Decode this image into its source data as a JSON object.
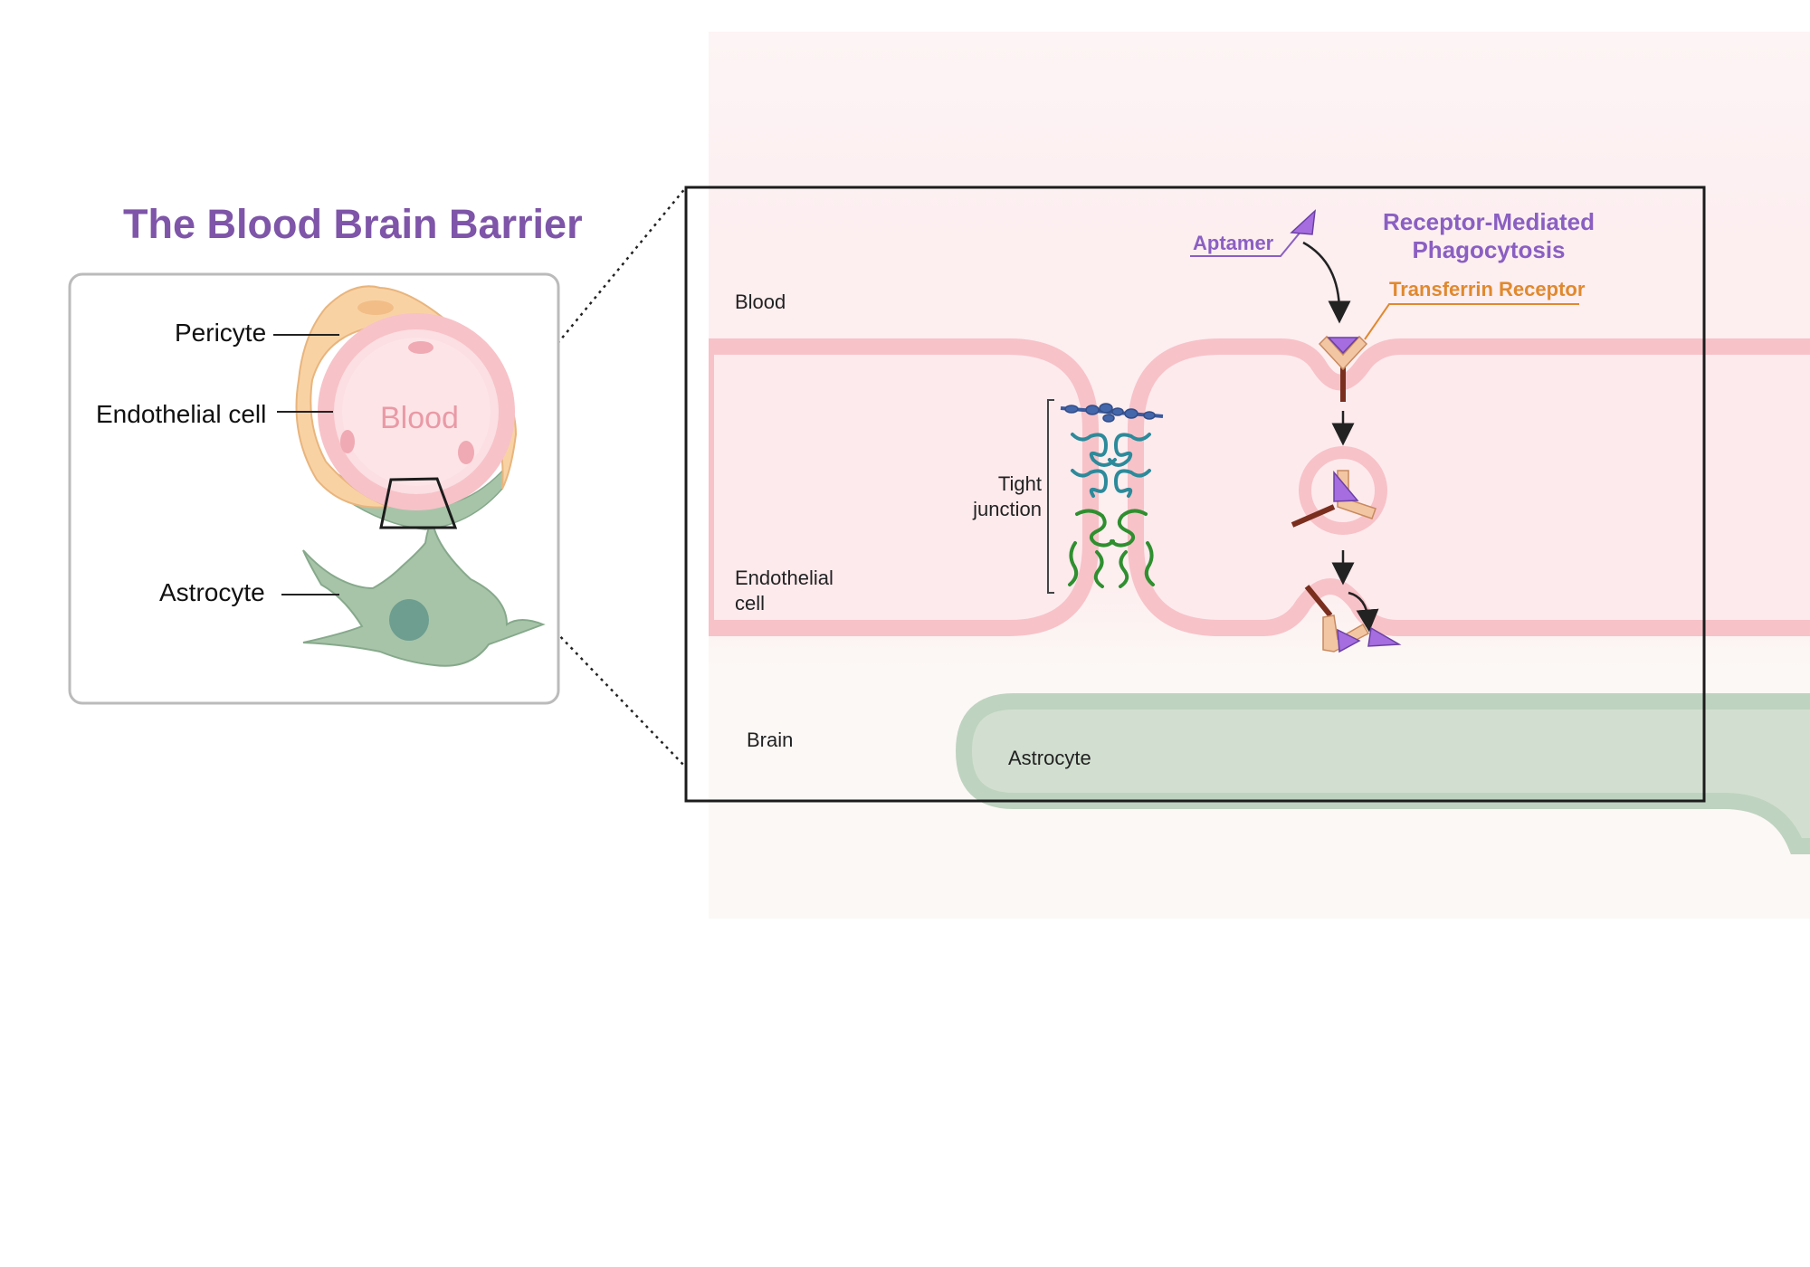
{
  "title": "The Blood Brain Barrier",
  "overview": {
    "labels": {
      "pericyte": "Pericyte",
      "endothelial_cell": "Endothelial cell",
      "blood": "Blood",
      "astrocyte": "Astrocyte"
    }
  },
  "zoom": {
    "region_labels": {
      "blood": "Blood",
      "endothelial_line1": "Endothelial",
      "endothelial_line2": "cell",
      "brain": "Brain",
      "astrocyte": "Astrocyte"
    },
    "tight_junction": {
      "line1": "Tight",
      "line2": "junction"
    },
    "process": {
      "title_line1": "Receptor-Mediated",
      "title_line2": "Phagocytosis",
      "aptamer": "Aptamer",
      "receptor": "Transferrin Receptor"
    }
  },
  "colors": {
    "title": "#7e55a8",
    "endothelium": "#f7c2c8",
    "blood_bg": "#fdeef0",
    "brain_bg": "#fcf8f5",
    "astrocyte": "#a7c4a9",
    "pericyte": "#f9d2a4",
    "aptamer": "#a56ddf",
    "receptor": "#f3c6a3",
    "receptor_dark": "#7a2e1e",
    "claudin": "#2c8a9a",
    "occludin": "#2f8f2f",
    "jam": "#4466aa"
  }
}
